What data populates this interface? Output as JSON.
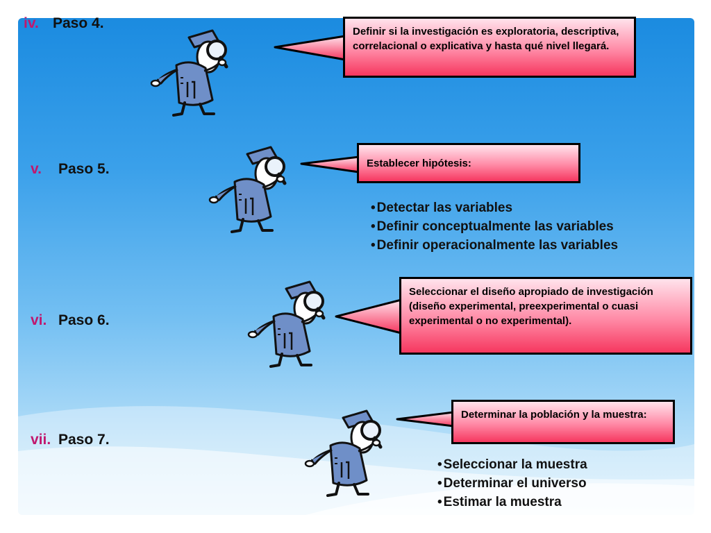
{
  "steps": [
    {
      "number": "iv.",
      "label": "Paso 4.",
      "callout": "Definir si la investigación es exploratoria, descriptiva, correlacional o explicativa y hasta qué nivel llegará.",
      "bullets": []
    },
    {
      "number": "v.",
      "label": "Paso 5.",
      "callout": "Establecer hipótesis:",
      "bullets": [
        "Detectar las variables",
        "Definir conceptualmente las variables",
        "Definir operacionalmente las variables"
      ]
    },
    {
      "number": "vi.",
      "label": "Paso 6.",
      "callout": "Seleccionar el diseño apropiado de investigación (diseño experimental, preexperimental o cuasi experimental o no experimental).",
      "bullets": []
    },
    {
      "number": "vii.",
      "label": "Paso 7.",
      "callout": "Determinar la población y la muestra:",
      "bullets": [
        "Seleccionar la muestra",
        "Determinar el universo",
        "Estimar la muestra"
      ]
    }
  ],
  "icons": {
    "detective": "detective-magnifier-icon"
  },
  "colors": {
    "step_number": "#c0186e",
    "callout_top": "#ffe3ec",
    "callout_bottom": "#f6375f",
    "background_top": "#1b8be0",
    "background_bottom": "#d8eefb"
  }
}
